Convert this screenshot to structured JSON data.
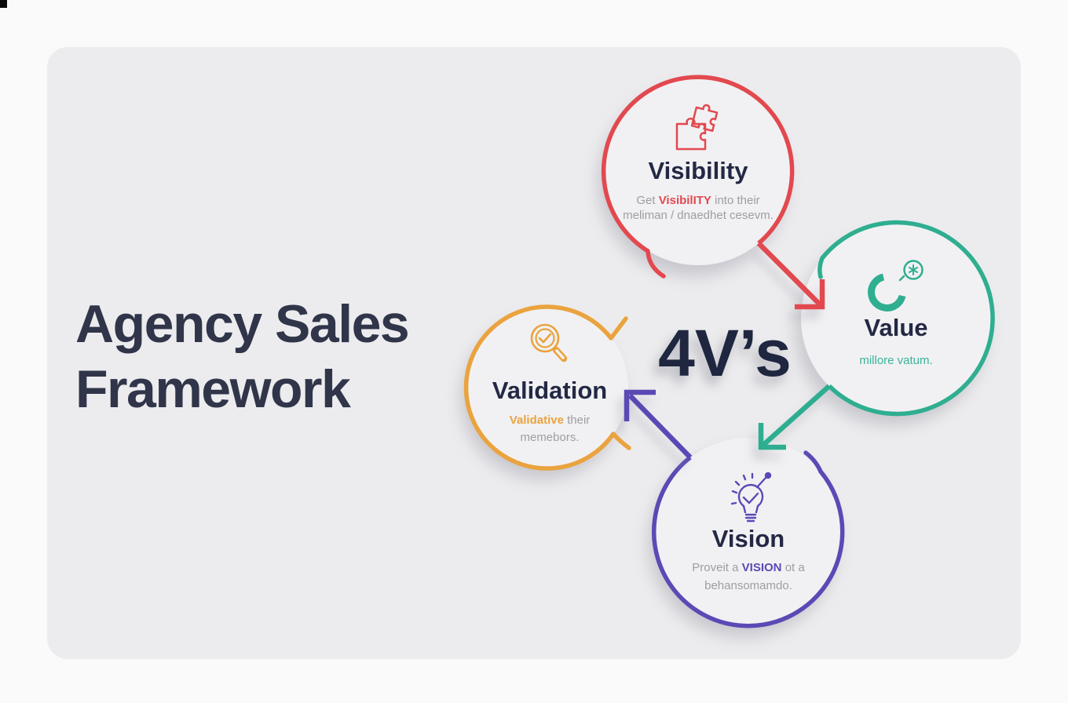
{
  "page": {
    "title_line1": "Agency Sales",
    "title_line2": "Framework"
  },
  "diagram": {
    "center_label": "4V’s",
    "nodes": {
      "visibility": {
        "title": "Visibility",
        "icon": "puzzle-icon",
        "color": "#e2494f",
        "line1_pre": "Get ",
        "line1_em": "VisibilITY",
        "line1_post": " into their",
        "line2": "meliman / dnaedhet cesevm."
      },
      "value": {
        "title": "Value",
        "icon": "magnet-icon",
        "color": "#2fae90",
        "line1_em": "millore vatum."
      },
      "validation": {
        "title": "Validation",
        "icon": "magnifier-check-icon",
        "color": "#eaa33e",
        "line1_em": "Validative",
        "line1_post": " their",
        "line2": "memebors."
      },
      "vision": {
        "title": "Vision",
        "icon": "lightbulb-icon",
        "color": "#5a4ab5",
        "line1_pre": "Proveit a ",
        "line1_em": "VISION",
        "line1_post": " ot a",
        "line2": "behansomamdo."
      }
    }
  },
  "colors": {
    "navy_text": "#232944",
    "gray_text": "#9d9da4",
    "card_bg": "#ececee",
    "page_bg": "#fafafa",
    "circle_fill": "#f1f1f3"
  }
}
